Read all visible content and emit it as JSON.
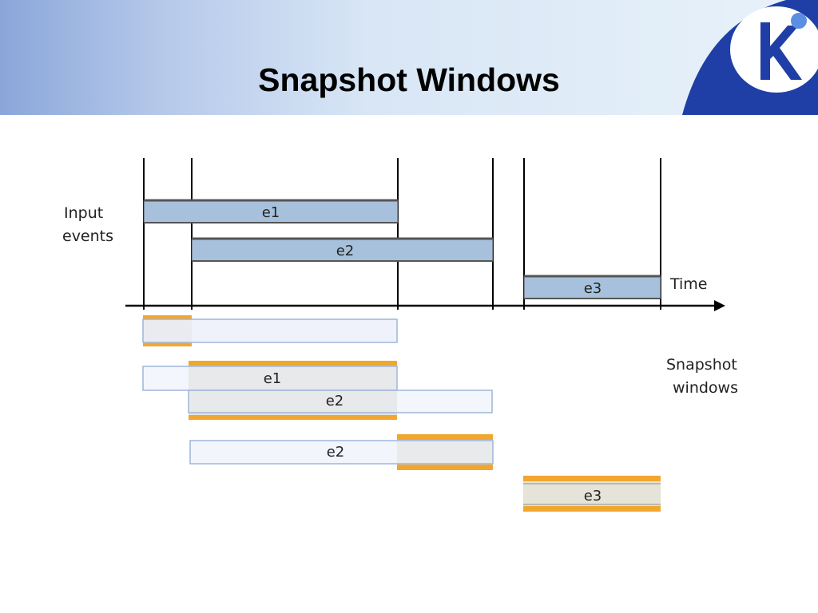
{
  "slide": {
    "title": "Snapshot Windows"
  },
  "logo": {
    "letter": "K",
    "icon": "k-logo-icon"
  },
  "diagram": {
    "input_label_line1": "Input",
    "input_label_line2": "events",
    "time_label": "Time",
    "snapshot_label_line1": "Snapshot",
    "snapshot_label_line2": "windows",
    "input_events": {
      "e1": "e1",
      "e2": "e2",
      "e3": "e3"
    },
    "snapshots": {
      "w2_e1": "e1",
      "w2_e2": "e2",
      "w3_e2": "e2",
      "w4_e3": "e3"
    }
  },
  "colors": {
    "event_bar": "#a7c1dc",
    "snapshot_bar": "#e9eef9",
    "window_fill": "#e6e3d8",
    "window_border": "#f0a020",
    "logo_blue": "#1f3fa6"
  }
}
